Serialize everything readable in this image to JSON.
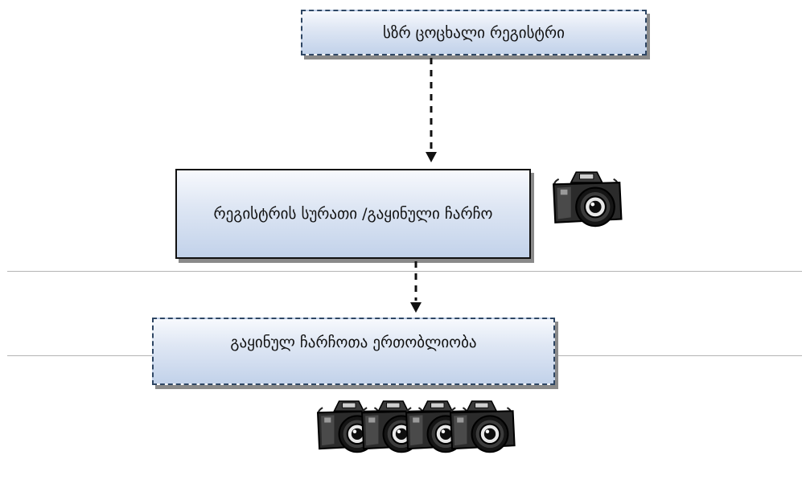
{
  "nodes": {
    "top": {
      "label": "სზრ ცოცხალი რეგისტრი"
    },
    "middle": {
      "label": "რეგისტრის სურათი /გაყინული ჩარჩო"
    },
    "bottom": {
      "label": "გაყინულ ჩარჩოთა ერთობლიობა"
    }
  },
  "edges": [
    {
      "from": "top",
      "to": "middle",
      "style": "dashed"
    },
    {
      "from": "middle",
      "to": "bottom",
      "style": "dashed"
    }
  ],
  "icons": {
    "single": "camera-icon",
    "group": [
      "camera-icon",
      "camera-icon",
      "camera-icon",
      "camera-icon"
    ]
  }
}
